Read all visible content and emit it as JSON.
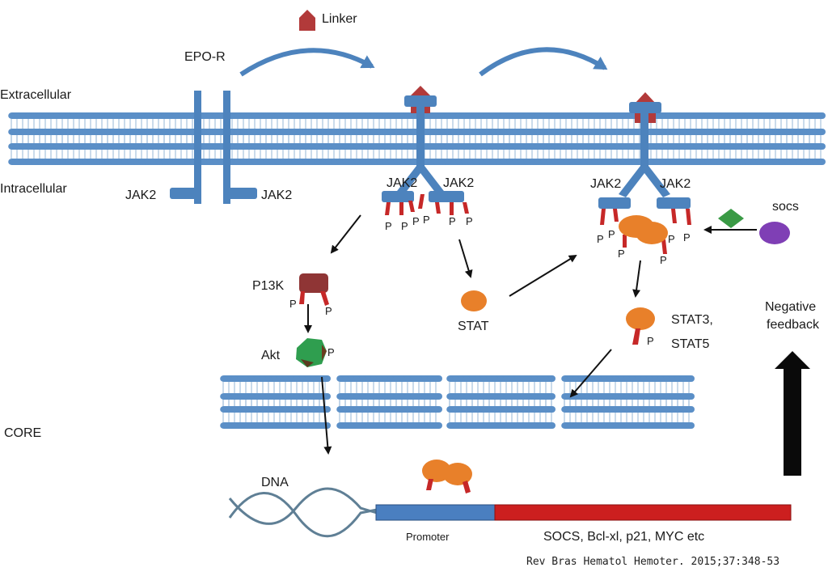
{
  "labels": {
    "linker": "Linker",
    "epo_r": "EPO-R",
    "extracellular": "Extracellular",
    "intracellular": "Intracellular",
    "core": "CORE",
    "jak2": "JAK2",
    "p": "P",
    "p13k": "P13K",
    "akt": "Akt",
    "stat": "STAT",
    "stat3": "STAT3,",
    "stat5": "STAT5",
    "socs": "socs",
    "negative": "Negative",
    "feedback": "feedback",
    "dna": "DNA",
    "promoter": "Promoter",
    "genes": "SOCS, Bcl-xl, p21, MYC etc"
  },
  "citation": "Rev Bras Hematol Hemoter. 2015;37:348-53",
  "colors": {
    "membrane_head": "#5b8fc7",
    "membrane_tail": "#b9cfe4",
    "receptor": "#4d83bd",
    "linker": "#b23a3a",
    "phosphate": "#c62828",
    "stat": "#e8802a",
    "akt": "#2f9e4f",
    "pi3k": "#8f3535",
    "socs_diamond": "#3a9a45",
    "socs_circle": "#7f3fb5",
    "promoter": "#4a7fc0",
    "gene": "#cc1f1f",
    "arrow": "#111111",
    "curved_arrow": "#4d83bd",
    "feedback_arrow": "#0a0a0a"
  }
}
